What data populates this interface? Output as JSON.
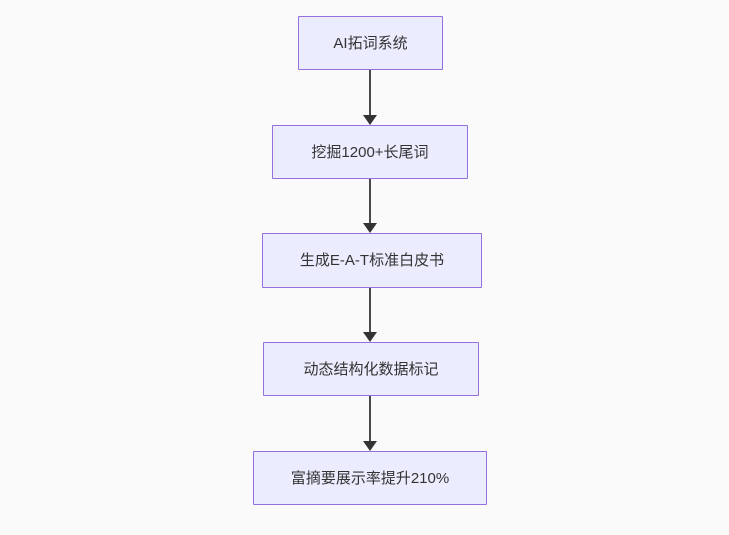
{
  "diagram": {
    "type": "flowchart",
    "direction": "top-down",
    "nodes": [
      {
        "label": "AI拓词系统"
      },
      {
        "label": "挖掘1200+长尾词"
      },
      {
        "label": "生成E-A-T标准白皮书"
      },
      {
        "label": "动态结构化数据标记"
      },
      {
        "label": "富摘要展示率提升210%"
      }
    ],
    "edges": [
      {
        "from": 0,
        "to": 1
      },
      {
        "from": 1,
        "to": 2
      },
      {
        "from": 2,
        "to": 3
      },
      {
        "from": 3,
        "to": 4
      }
    ],
    "colors": {
      "background": "#fafafa",
      "node_fill": "#ececff",
      "node_border": "#9370db",
      "text": "#333333",
      "arrow": "#333333"
    }
  }
}
